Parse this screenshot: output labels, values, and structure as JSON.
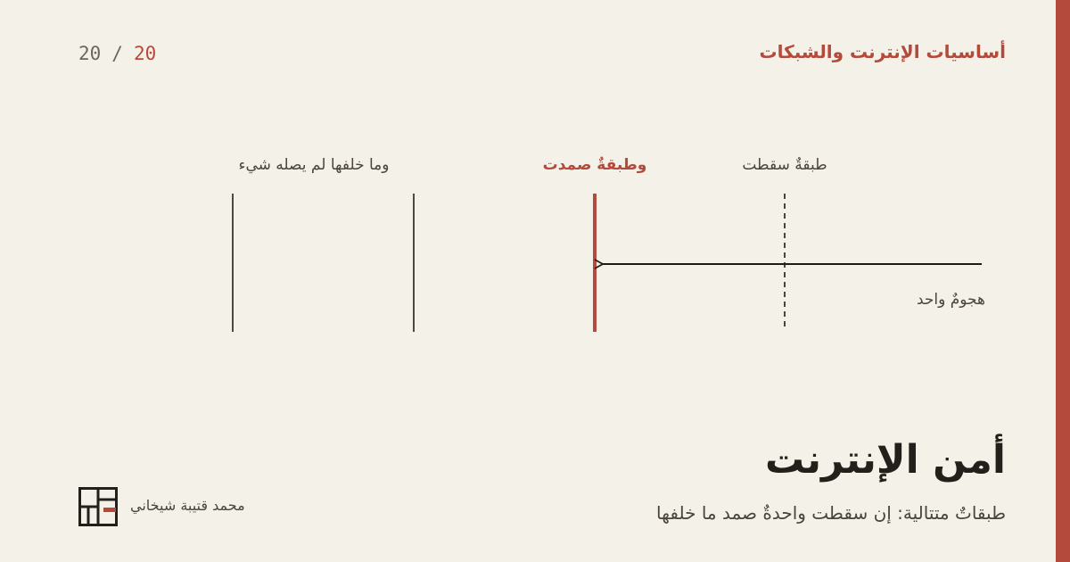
{
  "header": {
    "course_title": "أساسيات الإنترنت والشبكات",
    "page_current": "20",
    "page_separator": "/",
    "page_total": "20"
  },
  "diagram": {
    "labels": {
      "fallen_layer": "طبقةٌ سقطت",
      "holding_layer": "وطبقةٌ صمدت",
      "behind_layers": "وما خلفها لم يصله شيء",
      "attack": "هجومٌ واحد"
    }
  },
  "slide": {
    "title": "أمن الإنترنت",
    "subtitle": "طبقاتٌ متتالية: إن سقطت واحدةٌ صمد ما خلفها"
  },
  "footer": {
    "author": "محمد قتيبة شيخاني",
    "logo_icon": "author-logo-icon"
  },
  "colors": {
    "background": "#f4f1e8",
    "accent": "#b44a3c",
    "ink": "#2b2621",
    "layer_line": "#4a4a3e"
  }
}
